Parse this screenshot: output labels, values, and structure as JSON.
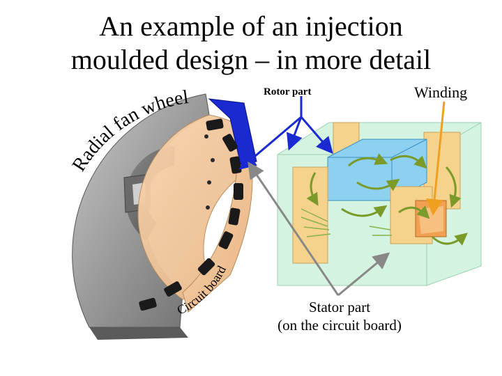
{
  "title": {
    "line1": "An example of an injection",
    "line2": "moulded design – in more detail"
  },
  "labels": {
    "fan_wheel": "Radial fan wheel",
    "circuit_board": "Circuit board",
    "rotor_part": "Rotor part",
    "winding": "Winding",
    "stator_line1": "Stator part",
    "stator_line2": "(on the circuit board)"
  },
  "colors": {
    "fan_gray": "#9a9a9a",
    "board_tan": "#f2c79a",
    "rotor_blue": "#1a2ad0",
    "winding_arrow": "#f0a020",
    "pointer_gray": "#888888",
    "cad_housing": "#c8f0d8",
    "cad_core": "#8ed0f0"
  },
  "icons": [
    "fan-wheel-illustration",
    "motor-cad-illustration"
  ]
}
